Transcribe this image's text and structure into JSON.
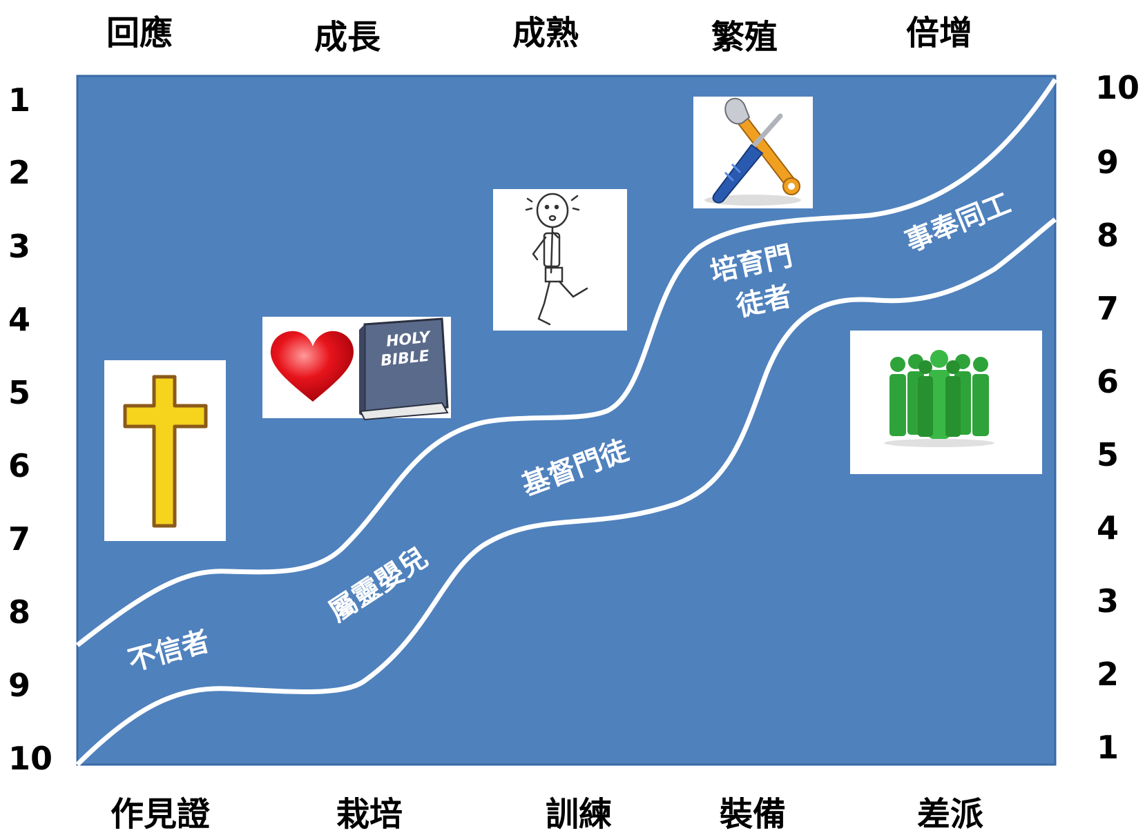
{
  "top_labels": [
    "回應",
    "成長",
    "成熟",
    "繁殖",
    "倍增"
  ],
  "bottom_labels": [
    "作見證",
    "栽培",
    "訓練",
    "裝備",
    "差派"
  ],
  "left_scale": [
    "1",
    "2",
    "3",
    "4",
    "5",
    "6",
    "7",
    "8",
    "9",
    "10"
  ],
  "right_scale": [
    "10",
    "9",
    "8",
    "7",
    "6",
    "5",
    "4",
    "3",
    "2",
    "1"
  ],
  "stages": {
    "unbeliever": "不信者",
    "spiritual_infant": "屬靈嬰兒",
    "disciple": "基督門徒",
    "discipler_line1": "培育門",
    "discipler_line2": "徒者",
    "coworker": "事奉同工"
  },
  "bible_text": {
    "line1": "HOLY",
    "line2": "BIBLE"
  },
  "colors": {
    "panel": "#4f81bd",
    "panel_border": "#3a6aa6",
    "curve": "#ffffff",
    "cross": "#f6d31c",
    "cross_outline": "#8b5a1a",
    "heart": "#e0101a",
    "bible": "#5a6a8a",
    "people": "#2ea33a",
    "wrench": "#f0a020",
    "screwdriver": "#2a5ab0"
  },
  "icons": [
    "cross-icon",
    "heart-icon",
    "bible-icon",
    "stick-figure-icon",
    "tools-icon",
    "group-of-people-icon"
  ]
}
